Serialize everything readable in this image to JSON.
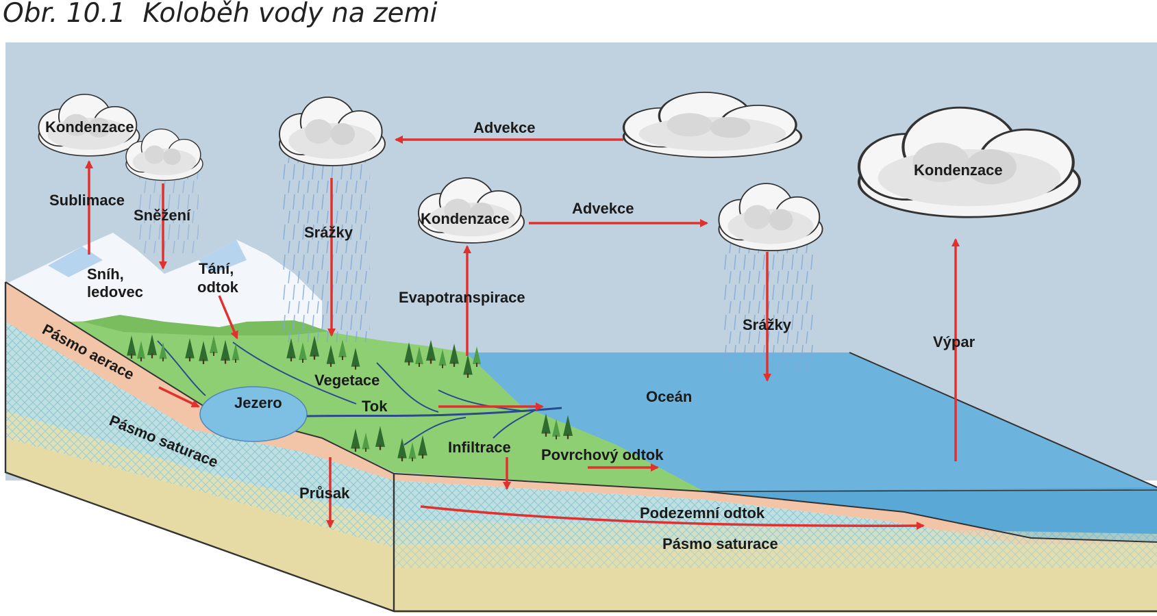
{
  "title": "Obr. 10.1  Koloběh vody na zemi",
  "colors": {
    "sky": "#c0d2df",
    "ocean": "#6cb4de",
    "land": "#8fcf73",
    "aeration": "#f2c5a8",
    "saturation": "#bfe0e3",
    "bedrock": "#e6dba5",
    "arrow": "#e0312f",
    "river": "#2a4a8c",
    "lake": "#7dc0e4"
  },
  "labels": {
    "kondenzace_left": "Kondenzace",
    "sublimace": "Sublimace",
    "snezeni": "Sněžení",
    "snih_1": "Sníh,",
    "snih_2": "ledovec",
    "tani_1": "Tání,",
    "tani_2": "odtok",
    "srazky_left": "Srážky",
    "advekce_top": "Advekce",
    "kondenzace_mid": "Kondenzace",
    "advekce_mid": "Advekce",
    "evapotranspirace": "Evapotranspirace",
    "kondenzace_right": "Kondenzace",
    "srazky_right": "Srážky",
    "vypar": "Výpar",
    "pasmo_aerace": "Pásmo aerace",
    "jezero": "Jezero",
    "vegetace": "Vegetace",
    "tok": "Tok",
    "ocean": "Oceán",
    "pasmo_saturace_left": "Pásmo saturace",
    "infiltrace": "Infiltrace",
    "povrchovy_odtok": "Povrchový odtok",
    "prusak": "Průsak",
    "podzemni_odtok": "Podezemní odtok",
    "pasmo_saturace_right": "Pásmo saturace"
  }
}
